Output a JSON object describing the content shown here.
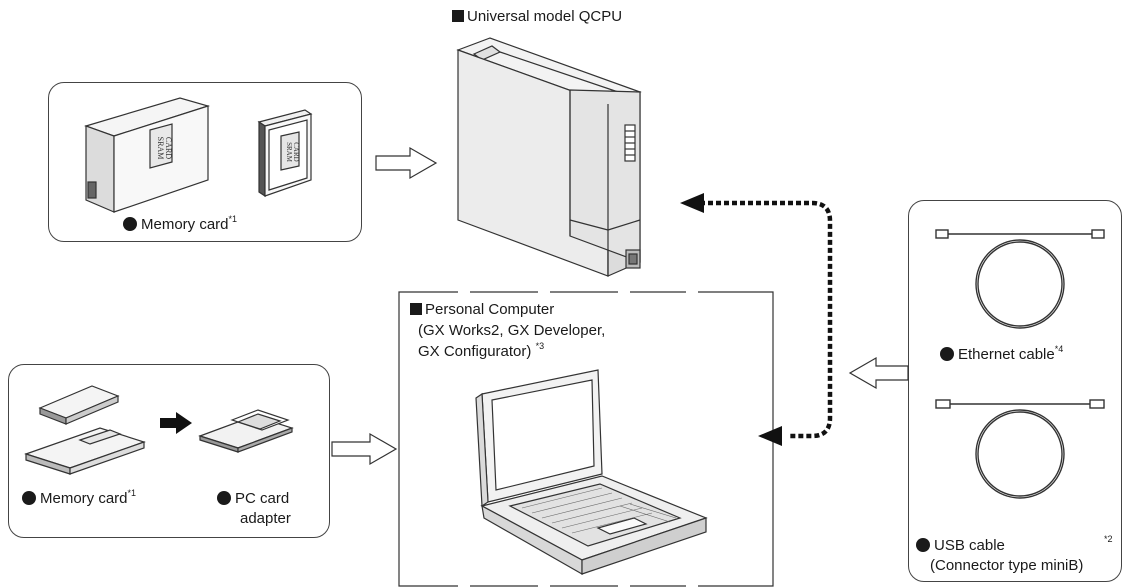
{
  "cpu": {
    "title": "Universal model QCPU"
  },
  "memory_card_top": {
    "label": "Memory card",
    "note": "*1",
    "card_text": "SRAM CARD"
  },
  "pc": {
    "title": "Personal Computer",
    "line2": "(GX Works2, GX Developer,",
    "line3": "GX Configurator)",
    "note": "*3"
  },
  "memory_card_bottom": {
    "label": "Memory card",
    "note": "*1"
  },
  "adapter": {
    "line1": "PC card",
    "line2": "adapter"
  },
  "ethernet": {
    "label": "Ethernet cable",
    "note": "*4"
  },
  "usb": {
    "label": "USB cable",
    "note": "*2",
    "line2": "(Connector type miniB)"
  },
  "icons": [
    "sram-card-icon",
    "cf-card-icon",
    "cpu-module-icon",
    "laptop-icon",
    "sd-card-icon",
    "pc-card-adapter-icon",
    "ethernet-cable-icon",
    "usb-cable-icon"
  ]
}
